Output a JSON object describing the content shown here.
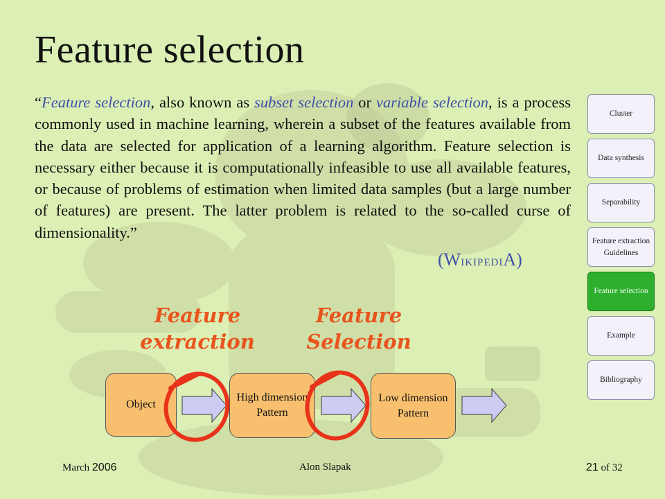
{
  "slide": {
    "title": "Feature selection"
  },
  "quote": {
    "open_mark": "“",
    "term_feature_selection": "Feature selection",
    "text_1": ", also known as ",
    "term_subset_selection": "subset selection",
    "text_2": " or ",
    "term_variable_selection": "variable selection",
    "text_3": ", is a process commonly used in machine learning, wherein a subset of the features available from the data are selected for application of a learning algorithm. Feature selection is necessary either because it is computationally infeasible to use all available features, or because of problems of estimation when limited data samples (but a large number of features) are present. The latter problem is related to the so-called curse of dimensionality.",
    "close_mark": "”"
  },
  "attribution": {
    "open": "(",
    "cap_w": "W",
    "small_caps": "IKIPEDI",
    "cap_a": "A",
    "close": ")"
  },
  "diagram": {
    "label_extraction": "Feature extraction",
    "label_selection": "Feature Selection",
    "box_object": "Object",
    "box_high": "High dimension Pattern",
    "box_low": "Low dimension Pattern"
  },
  "nav": {
    "items": [
      {
        "label": "Cluster"
      },
      {
        "label": "Data synthesis"
      },
      {
        "label": "Separability"
      },
      {
        "label": "Feature extraction Guidelines"
      },
      {
        "label": "Feature selection"
      },
      {
        "label": "Example"
      },
      {
        "label": "Bibliography"
      }
    ],
    "active_index": 4
  },
  "footer": {
    "month": "March",
    "year": "2006",
    "author": "Alon Slapak",
    "page_current": "21",
    "page_of": "of",
    "page_total": "32"
  },
  "colors": {
    "background": "#dcefb4",
    "link_blue": "#3f4fa8",
    "handwriting_orange": "#e8541e",
    "loop_red": "#e8331a",
    "box_fill": "#f7bf6e",
    "arrow_fill": "#ccccf2",
    "nav_active": "#2eb02e"
  },
  "icons": {
    "arrow": "right-block-arrow-icon",
    "loop": "red-ellipse-highlight-icon"
  }
}
